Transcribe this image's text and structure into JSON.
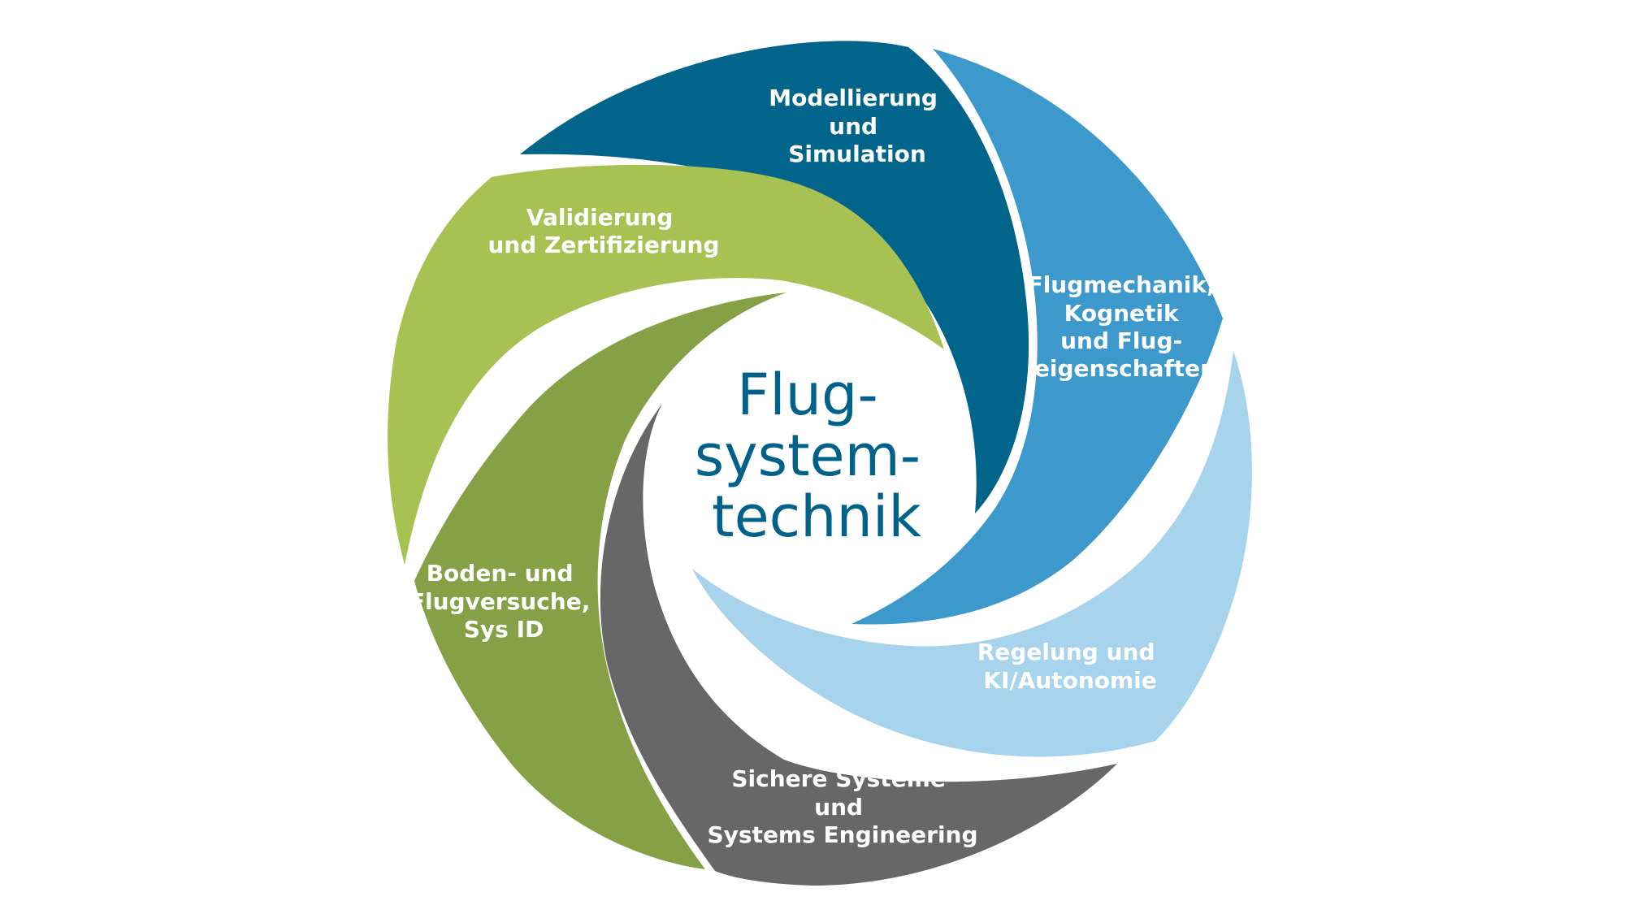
{
  "center": {
    "lines": [
      "Flug-",
      "system-",
      "technik"
    ],
    "color": "#00628a"
  },
  "segments": [
    {
      "id": "modellierung",
      "lines": [
        "Modellierung",
        "und",
        "Simulation"
      ],
      "color": "#01658b"
    },
    {
      "id": "flugmechanik",
      "lines": [
        "Flugmechanik,",
        "Kognetik",
        "und Flug-",
        "eigenschaften"
      ],
      "color": "#3d98cc"
    },
    {
      "id": "regelung",
      "lines": [
        "Regelung und",
        "KI/Autonomie"
      ],
      "color": "#a7d3ec"
    },
    {
      "id": "sichere-systeme",
      "lines": [
        "Sichere Systeme",
        "und",
        "Systems Engineering"
      ],
      "color": "#676767"
    },
    {
      "id": "boden-flugversuche",
      "lines": [
        "Boden- und",
        "Flugversuche,",
        "Sys ID"
      ],
      "color": "#86a045"
    },
    {
      "id": "validierung",
      "lines": [
        "Validierung",
        "und Zertifizierung"
      ],
      "color": "#a7c153"
    }
  ]
}
